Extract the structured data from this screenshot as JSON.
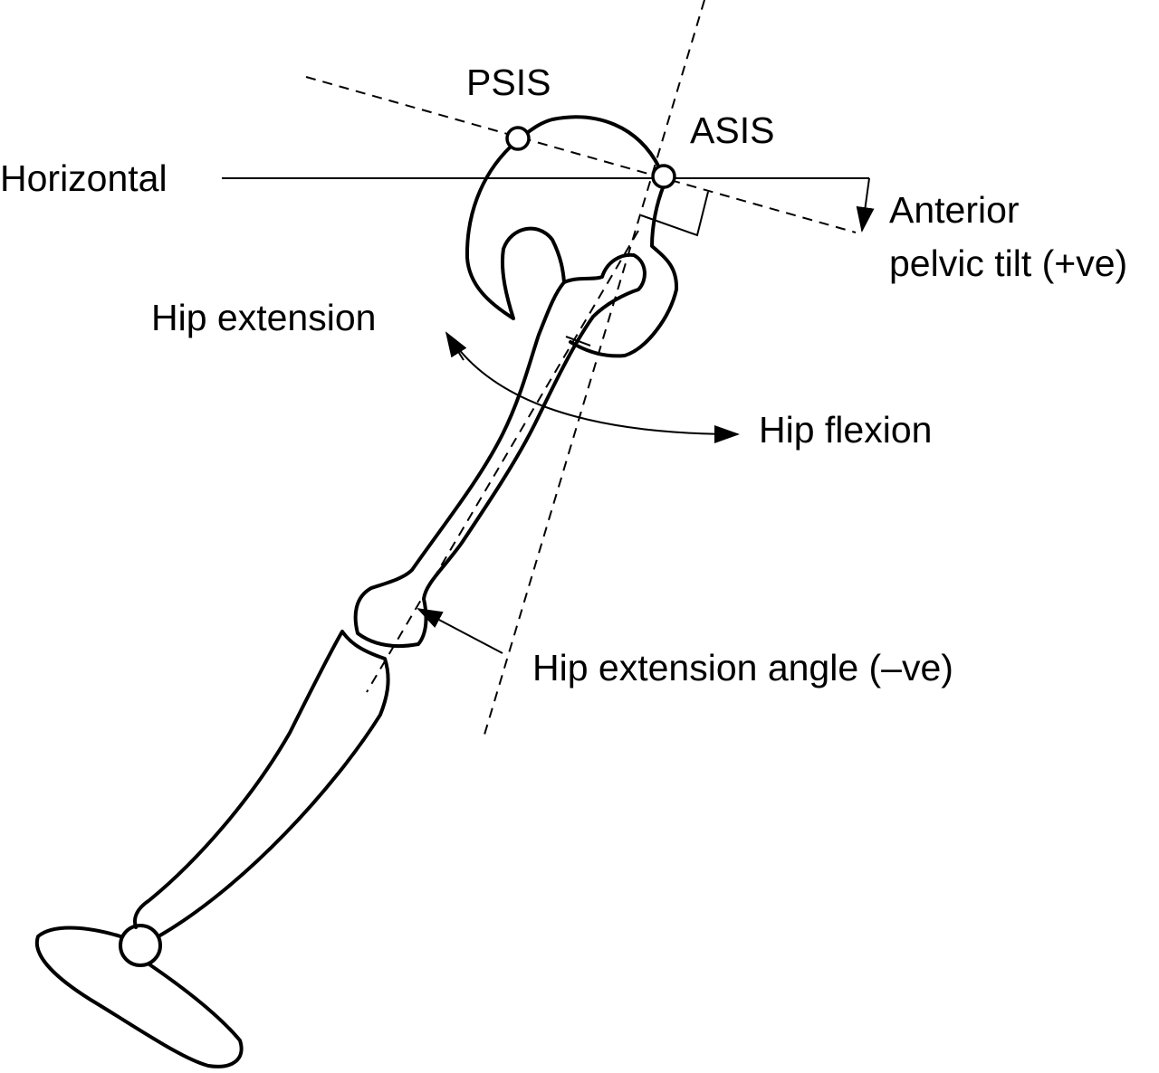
{
  "labels": {
    "psis": "PSIS",
    "asis": "ASIS",
    "horizontal": "Horizontal",
    "anterior_tilt_line1": "Anterior",
    "anterior_tilt_line2": "pelvic tilt (+ve)",
    "hip_extension": "Hip extension",
    "hip_flexion": "Hip flexion",
    "hip_extension_angle": "Hip extension angle (–ve)"
  },
  "colors": {
    "stroke": "#000000",
    "background": "#ffffff"
  }
}
